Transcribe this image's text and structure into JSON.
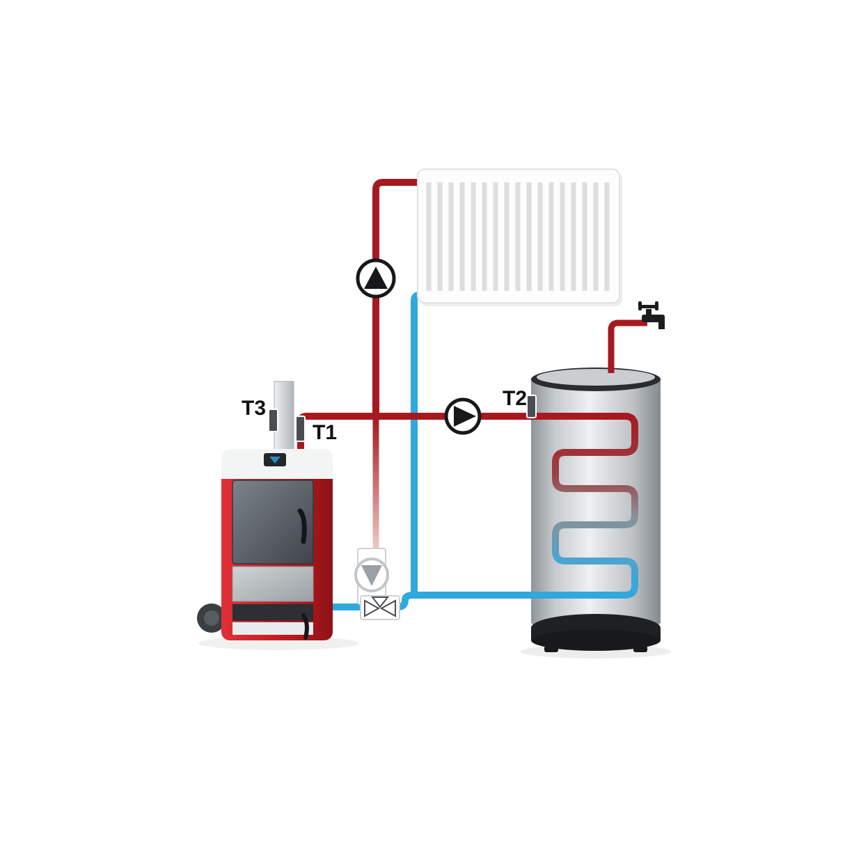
{
  "diagram": {
    "background": "#ffffff",
    "sensor_labels": {
      "t1": "T1",
      "t2": "T2",
      "t3": "T3"
    },
    "colors": {
      "hot_pipe": "#a6191f",
      "cold_pipe": "#2fa8dd",
      "hot_pipe_faded": "#f0cfcd",
      "boiler_red": "#c2191e",
      "pump_outline": "#17181a",
      "mixing_pump_grey": "#9aa0a5",
      "tank_base": "#1e2124",
      "sensor_body": "#4a4e52"
    },
    "components": [
      "solid-fuel-boiler",
      "chimney",
      "panel-radiator",
      "buffer-storage-tank",
      "heat-exchanger-coil",
      "radiator-circuit-pump",
      "tank-charging-pump",
      "mixing-group-pump",
      "three-way-valve",
      "faucet",
      "sensor-t1",
      "sensor-t2",
      "sensor-t3"
    ]
  }
}
